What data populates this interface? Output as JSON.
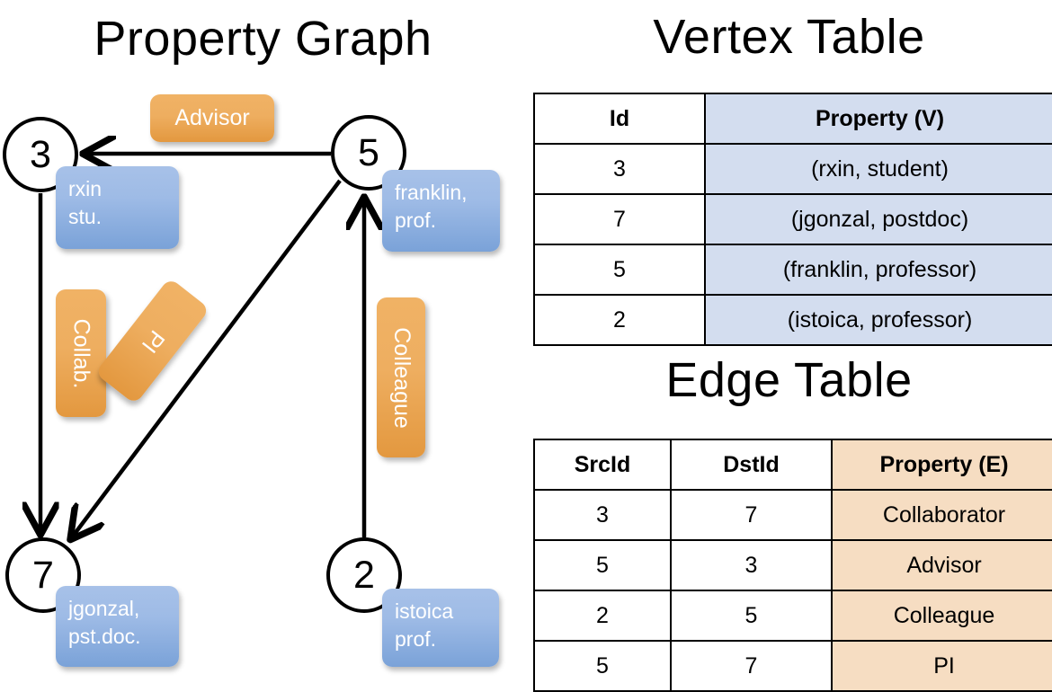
{
  "titles": {
    "property_graph": "Property Graph",
    "vertex_table": "Vertex Table",
    "edge_table": "Edge Table"
  },
  "graph": {
    "nodes": [
      {
        "id": "3",
        "property": {
          "line1": "rxin",
          "line2": "stu."
        }
      },
      {
        "id": "5",
        "property": {
          "line1": "franklin,",
          "line2": "prof."
        }
      },
      {
        "id": "7",
        "property": {
          "line1": "jgonzal,",
          "line2": "pst.doc."
        }
      },
      {
        "id": "2",
        "property": {
          "line1": "istoica",
          "line2": "prof."
        }
      }
    ],
    "edge_labels": [
      {
        "name": "advisor",
        "text": "Advisor"
      },
      {
        "name": "collab",
        "text": "Collab."
      },
      {
        "name": "pi",
        "text": "PI"
      },
      {
        "name": "colleague",
        "text": "Colleague"
      }
    ]
  },
  "vertex_table": {
    "headers": [
      "Id",
      "Property (V)"
    ],
    "rows": [
      {
        "id": "3",
        "property": "(rxin, student)"
      },
      {
        "id": "7",
        "property": "(jgonzal, postdoc)"
      },
      {
        "id": "5",
        "property": "(franklin, professor)"
      },
      {
        "id": "2",
        "property": "(istoica, professor)"
      }
    ]
  },
  "edge_table": {
    "headers": [
      "SrcId",
      "DstId",
      "Property (E)"
    ],
    "rows": [
      {
        "src": "3",
        "dst": "7",
        "property": "Collaborator"
      },
      {
        "src": "5",
        "dst": "3",
        "property": "Advisor"
      },
      {
        "src": "2",
        "dst": "5",
        "property": "Colleague"
      },
      {
        "src": "5",
        "dst": "7",
        "property": "PI"
      }
    ]
  },
  "colors": {
    "vertex_property_fill": "#d3ddef",
    "edge_property_fill": "#f6ddc2",
    "node_callout_blue": "#9ebbe6",
    "edge_callout_orange": "#eeae60",
    "stroke": "#000000",
    "background": "#ffffff"
  }
}
